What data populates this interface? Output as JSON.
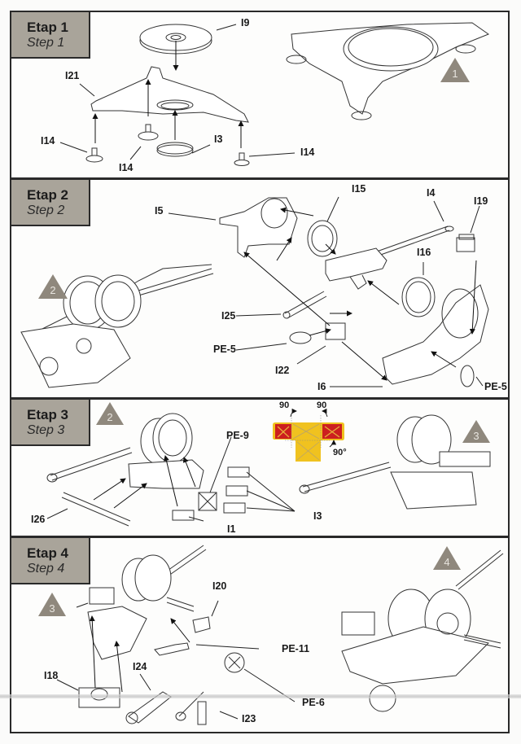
{
  "steps": [
    {
      "etap": "Etap 1",
      "step": "Step 1",
      "result_marker": "1",
      "parts": [
        "I9",
        "I21",
        "I14",
        "I14",
        "I3",
        "I14"
      ]
    },
    {
      "etap": "Etap 2",
      "step": "Step 2",
      "result_marker": "2",
      "parts": [
        "I5",
        "I15",
        "I4",
        "I19",
        "I16",
        "I25",
        "PE-5",
        "I22",
        "I6",
        "PE-5"
      ]
    },
    {
      "etap": "Etap 3",
      "step": "Step 3",
      "input_marker": "2",
      "result_marker": "3",
      "parts": [
        "PE-9",
        "I26",
        "I1",
        "I3"
      ],
      "fold_diagram": {
        "fold_angles": [
          "90",
          "90",
          "90°"
        ],
        "colors": {
          "side": "#cc1f1f",
          "face": "#f0c21f",
          "cross": "#e8b23a"
        }
      }
    },
    {
      "etap": "Etap 4",
      "step": "Step 4",
      "input_marker": "3",
      "result_marker": "4",
      "parts": [
        "I20",
        "PE-11",
        "I18",
        "I24",
        "PE-6",
        "I23"
      ]
    }
  ],
  "colors": {
    "header_bg": "#a9a49a",
    "marker": "#8f887d",
    "border": "#2a2a2a"
  }
}
